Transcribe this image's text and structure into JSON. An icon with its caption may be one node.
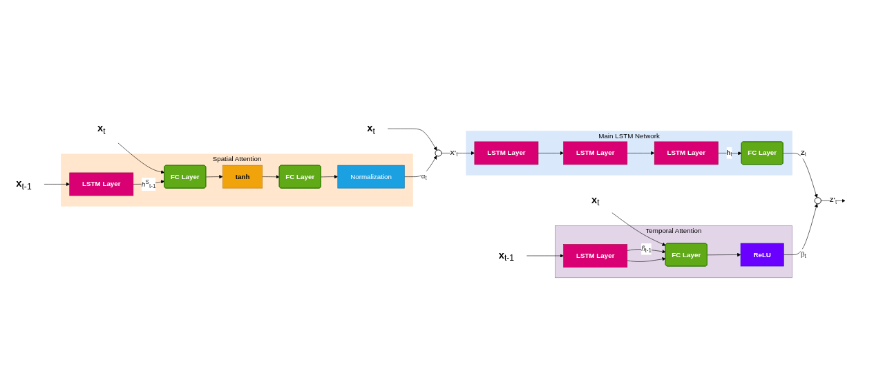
{
  "diagram": {
    "nodes": [
      {
        "text": [
          "**x**$_{t}$"
        ]
      },
      {
        "text": [],
        "shape": "circle"
      },
      {
        "text": [
          "Main LSTM Network"
        ]
      },
      {
        "text": [
          "LSTM Layer"
        ],
        "in": 2
      },
      {
        "text": [
          "LSTM Layer"
        ],
        "in": 2
      },
      {
        "text": [
          "LSTM Layer"
        ],
        "in": 2
      },
      {
        "text": [
          "FC Layer"
        ],
        "in": 2
      },
      {
        "text": [],
        "shape": "circle"
      },
      {
        "text": [
          "Spatial Attention"
        ]
      },
      {
        "text": [
          "**x**$_{t}$"
        ]
      },
      {
        "text": [
          "**x**$_{t-1}$"
        ]
      },
      {
        "text": [
          "LSTM Layer"
        ],
        "in": 8
      },
      {
        "text": [
          "FC Layer"
        ],
        "in": 8
      },
      {
        "text": [
          "tanh"
        ],
        "in": 8
      },
      {
        "text": [
          "FC Layer"
        ],
        "in": 8
      },
      {
        "text": [
          "Normalization"
        ],
        "in": 8
      },
      {
        "text": [
          "Temporal Attention"
        ]
      },
      {
        "text": [
          "**x**$_{t}$"
        ]
      },
      {
        "text": [
          "**x**$_{t-1}$"
        ]
      },
      {
        "text": [
          "LSTM Layer"
        ],
        "in": 16
      },
      {
        "text": [
          "FC Layer"
        ],
        "in": 16
      },
      {
        "text": [
          "ReLU"
        ],
        "in": 16
      }
    ],
    "edges": [
      {
        "from": 0,
        "to": 1,
        "arrow": "to"
      },
      {
        "from": 1,
        "to": 3,
        "arrow": "to",
        "label": "**X'**$_{t}$"
      },
      {
        "from": 3,
        "to": 4,
        "arrow": "to"
      },
      {
        "from": 4,
        "to": 5,
        "arrow": "to"
      },
      {
        "from": 5,
        "to": 6,
        "arrow": "to",
        "label": "**h**$_{t}$"
      },
      {
        "from": 6,
        "to": 7,
        "arrow": "to",
        "label": "**Z**$_{t}$"
      },
      {
        "from": 7,
        "to": null,
        "arrow": "to",
        "label": "**Z'**$_{t}$"
      },
      {
        "from": 15,
        "to": 1,
        "arrow": "to",
        "label": "α$_{t}$"
      },
      {
        "from": 9,
        "to": 12,
        "arrow": "to"
      },
      {
        "from": 10,
        "to": 11,
        "arrow": "to"
      },
      {
        "from": 11,
        "to": 12,
        "arrow": "to",
        "label": "*h*$^{S}$$_{t-1}$"
      },
      {
        "from": 12,
        "to": 13,
        "arrow": "to"
      },
      {
        "from": 13,
        "to": 14,
        "arrow": "to"
      },
      {
        "from": 14,
        "to": 15,
        "arrow": "to"
      },
      {
        "from": 17,
        "to": 20,
        "arrow": "to"
      },
      {
        "from": 18,
        "to": 19,
        "arrow": "to"
      },
      {
        "from": 19,
        "to": 20,
        "arrow": "to",
        "label": "*h̃*$_{t-1}$"
      },
      {
        "from": 19,
        "to": 20,
        "arrow": "to"
      },
      {
        "from": 20,
        "to": 21,
        "arrow": "to"
      },
      {
        "from": 21,
        "to": 7,
        "arrow": "to",
        "label": "β$_{t}$"
      }
    ]
  }
}
